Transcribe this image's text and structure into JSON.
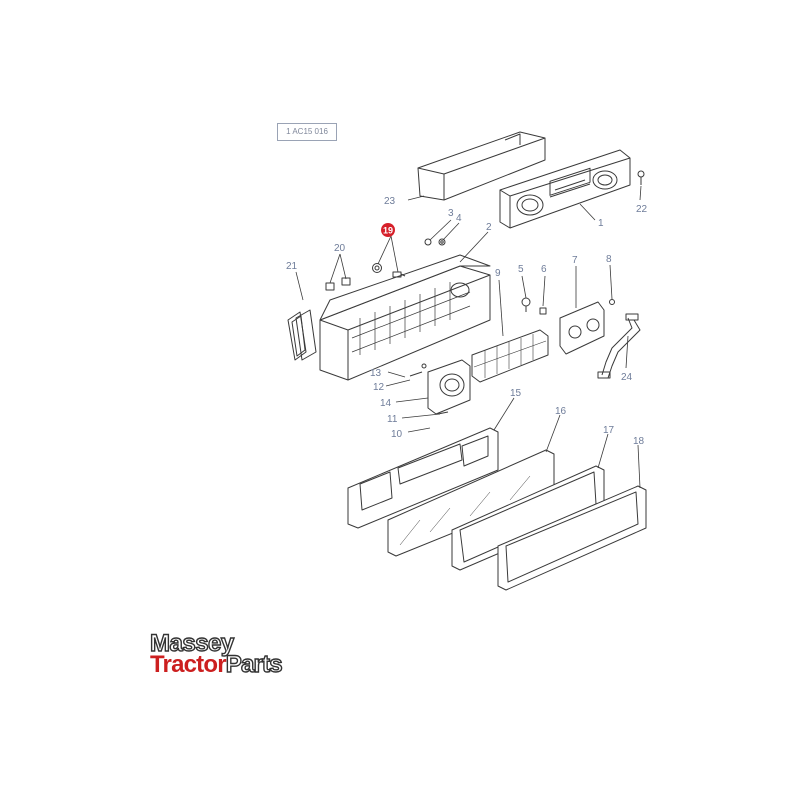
{
  "diagram": {
    "reference_code": "1 AC15 016",
    "highlight_color": "#d6202a",
    "line_color": "#3a3a3a",
    "label_color": "#6e7c99",
    "callouts": [
      {
        "id": "1",
        "highlighted": false
      },
      {
        "id": "2",
        "highlighted": false
      },
      {
        "id": "3",
        "highlighted": false
      },
      {
        "id": "4",
        "highlighted": false
      },
      {
        "id": "5",
        "highlighted": false
      },
      {
        "id": "6",
        "highlighted": false
      },
      {
        "id": "7",
        "highlighted": false
      },
      {
        "id": "8",
        "highlighted": false
      },
      {
        "id": "9",
        "highlighted": false
      },
      {
        "id": "10",
        "highlighted": false
      },
      {
        "id": "11",
        "highlighted": false
      },
      {
        "id": "12",
        "highlighted": false
      },
      {
        "id": "13",
        "highlighted": false
      },
      {
        "id": "14",
        "highlighted": false
      },
      {
        "id": "15",
        "highlighted": false
      },
      {
        "id": "16",
        "highlighted": false
      },
      {
        "id": "17",
        "highlighted": false
      },
      {
        "id": "18",
        "highlighted": false
      },
      {
        "id": "19",
        "highlighted": true
      },
      {
        "id": "20",
        "highlighted": false
      },
      {
        "id": "21",
        "highlighted": false
      },
      {
        "id": "22",
        "highlighted": false
      },
      {
        "id": "23",
        "highlighted": false
      },
      {
        "id": "24",
        "highlighted": false
      }
    ]
  },
  "logo": {
    "line1": "Massey",
    "line2_a": "Tractor",
    "line2_b": "Parts",
    "brand_color": "#cc1f1f"
  }
}
